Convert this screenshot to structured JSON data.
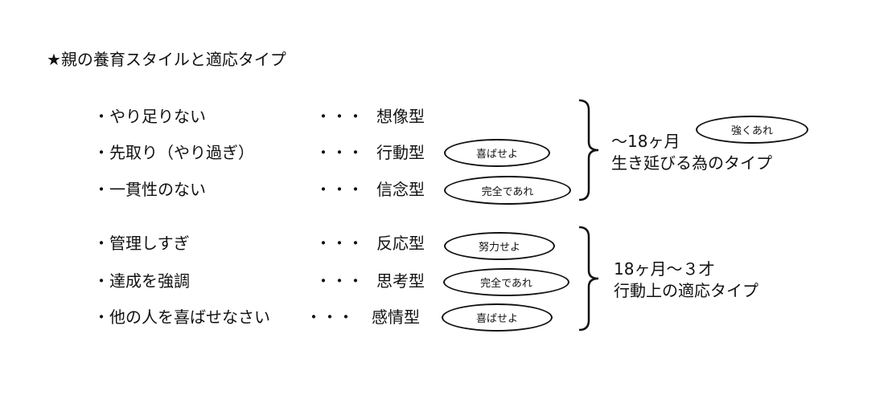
{
  "title": "★親の養育スタイルと適応タイプ",
  "rows": [
    {
      "style": "・やり足りない",
      "dots": "・・・",
      "type": "想像型",
      "oval": null
    },
    {
      "style": "・先取り（やり過ぎ）",
      "dots": "・・・",
      "type": "行動型",
      "oval": "喜ばせよ"
    },
    {
      "style": "・一貫性のない",
      "dots": "・・・",
      "type": "信念型",
      "oval": "完全であれ"
    },
    {
      "style": "・管理しすぎ",
      "dots": "・・・",
      "type": "反応型",
      "oval": "努力せよ"
    },
    {
      "style": "・達成を強調",
      "dots": "・・・",
      "type": "思考型",
      "oval": "完全であれ"
    },
    {
      "style": "・他の人を喜ばせなさい",
      "dots": "・・・",
      "type": "感情型",
      "oval": "喜ばせよ"
    }
  ],
  "group1": {
    "age": "～18ヶ月",
    "desc": "生き延びる為のタイプ",
    "oval": "強くあれ"
  },
  "group2": {
    "age": "18ヶ月～３才",
    "desc": "行動上の適応タイプ"
  }
}
